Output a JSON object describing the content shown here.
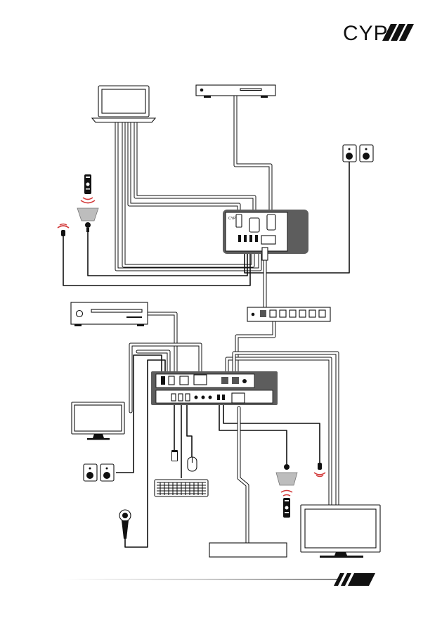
{
  "header": {
    "brand": "CYP"
  },
  "devices": {
    "laptop": {
      "icon": "laptop-icon"
    },
    "source_player": {
      "icon": "media-player-icon"
    },
    "speakers_top": {
      "icon": "speaker-pair-icon"
    },
    "wall_plate": {
      "brand": "CYP",
      "icon": "wall-plate-transmitter-icon"
    },
    "ethernet_switch": {
      "icon": "network-switch-icon",
      "ports": 6
    },
    "av_receiver": {
      "icon": "av-receiver-icon"
    },
    "receiver_unit": {
      "icon": "av-receiver-unit-icon"
    },
    "monitor_left": {
      "icon": "monitor-icon"
    },
    "speakers_left": {
      "icon": "speaker-pair-icon"
    },
    "microphone": {
      "icon": "microphone-icon"
    },
    "keyboard": {
      "icon": "keyboard-icon"
    },
    "mouse": {
      "icon": "mouse-icon"
    },
    "usb_drive": {
      "icon": "usb-drive-icon"
    },
    "display_right": {
      "icon": "display-icon"
    },
    "projector_box": {
      "icon": "device-box-icon"
    },
    "ir_remote_top": {
      "icon": "ir-remote-icon"
    },
    "ir_remote_bottom": {
      "icon": "ir-remote-icon"
    },
    "ir_blaster_top": {
      "icon": "ir-blaster-icon"
    },
    "ir_blaster_bottom": {
      "icon": "ir-blaster-icon"
    },
    "ir_receiver_top": {
      "icon": "ir-receiver-icon"
    },
    "ir_receiver_bottom": {
      "icon": "ir-receiver-icon"
    }
  },
  "colors": {
    "line": "#111111",
    "panel": "#5d5d5d",
    "ir_red": "#d33a3a",
    "receiver_grey": "#cfcfcf"
  }
}
